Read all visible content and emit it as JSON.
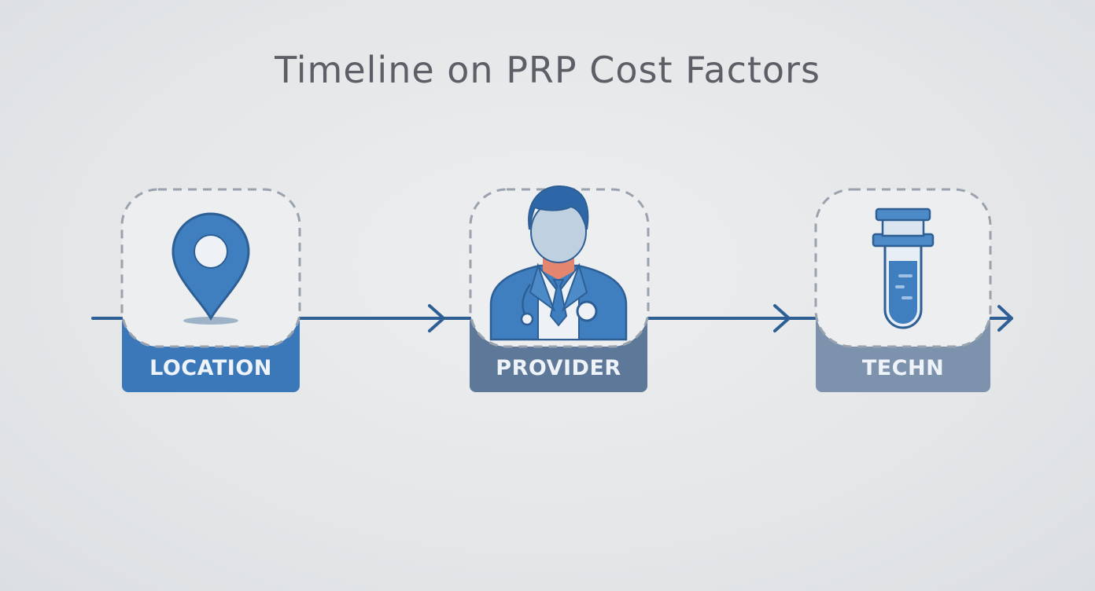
{
  "title": "Timeline on PRP Cost Factors",
  "steps": [
    {
      "label": "LOCATION",
      "icon": "map-pin-icon",
      "color": "#3a78b9"
    },
    {
      "label": "PROVIDER",
      "icon": "doctor-icon",
      "color": "#5d7898"
    },
    {
      "label": "TECHN",
      "icon": "test-tube-icon",
      "color": "#7d93ad"
    }
  ],
  "colors": {
    "line": "#2d5f95",
    "dashed_border": "#9aa3ad",
    "icon_blue": "#3f7fc0",
    "background": "#e6e8ea"
  }
}
